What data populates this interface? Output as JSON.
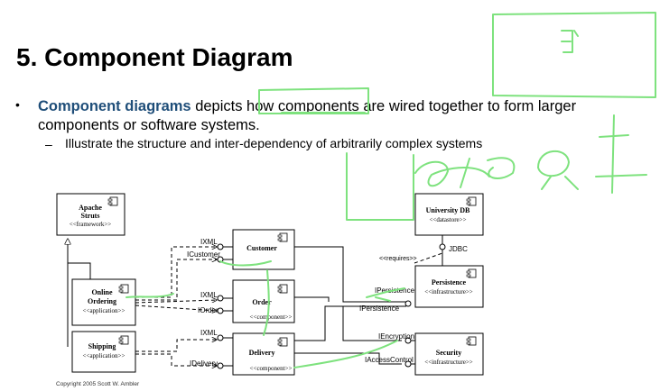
{
  "slide": {
    "title": "5. Component Diagram",
    "bullet_em": "Component diagrams",
    "bullet_rest": " depicts how components are wired together to form larger components or software systems.",
    "sub_bullet": "Illustrate the structure and inter-dependency of arbitrarily complex systems",
    "copyright": "Copyright 2005 Scott W. Ambler"
  },
  "diagram": {
    "components": {
      "apache": {
        "name1": "Apache",
        "name2": "Struts",
        "stereo": "<<framework>>"
      },
      "online": {
        "name1": "Online",
        "name2": "Ordering",
        "stereo": "<<application>>"
      },
      "shipping": {
        "name": "Shipping",
        "stereo": "<<application>>"
      },
      "customer": {
        "name": "Customer"
      },
      "order": {
        "name": "Order",
        "stereo": "<<component>>"
      },
      "delivery": {
        "name": "Delivery",
        "stereo": "<<component>>"
      },
      "universitydb": {
        "name": "University DB",
        "stereo": "<<datastore>>"
      },
      "persistence": {
        "name": "Persistence",
        "stereo": "<<infrastructure>>"
      },
      "security": {
        "name": "Security",
        "stereo": "<<infrastructure>>"
      }
    },
    "interfaces": {
      "customer_ixml": "IXML",
      "icustomer": "ICustomer",
      "order_ixml": "IXML",
      "iorder": "IOrder",
      "delivery_ixml": "IXML",
      "idelivery": "IDelivery",
      "jdbc": "JDBC",
      "requires": "<<requires>>",
      "ipersistence_in": "IPersistence",
      "ipersistence_out": "IPersistence",
      "iencryption": "IEncryption",
      "iaccesscontrol": "IAccessControl"
    }
  },
  "colors": {
    "title": "#000000",
    "emphasis": "#1f4e79",
    "annotation": "#7ee27e"
  }
}
